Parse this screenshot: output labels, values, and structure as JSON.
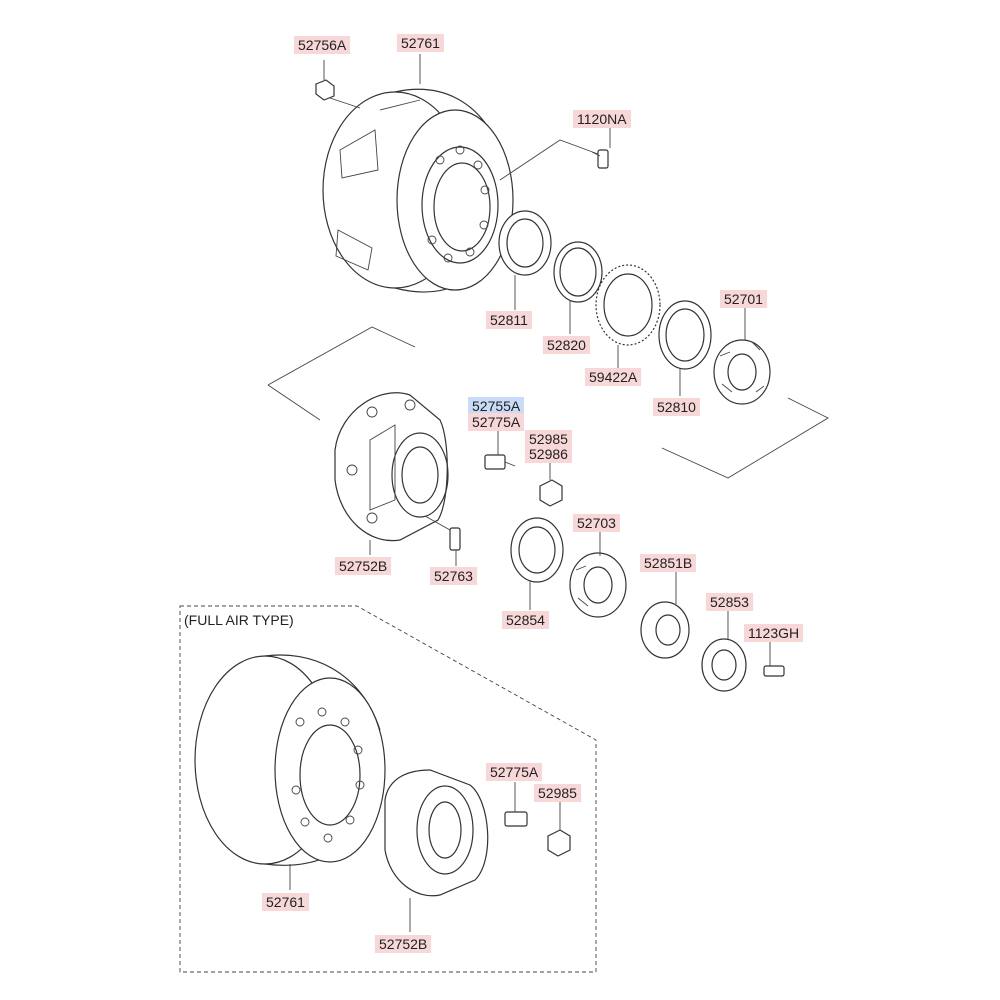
{
  "diagram": {
    "box_title": "(FULL AIR TYPE)",
    "labels": {
      "nut_52756a": "52756A",
      "drum_52761_top": "52761",
      "bolt_1120na": "1120NA",
      "seal_52811": "52811",
      "ring_52820": "52820",
      "tone_ring_59422a": "59422A",
      "race_52810": "52810",
      "bearing_52701": "52701",
      "stud_52755a": "52755A",
      "stud_52775a_top": "52775A",
      "nut_52985_top": "52985",
      "nut_52986": "52986",
      "hub_52752b_top": "52752B",
      "bolt_52763": "52763",
      "race_52854": "52854",
      "bearing_52703": "52703",
      "nut_52851b": "52851B",
      "washer_52853": "52853",
      "bolt_1123gh": "1123GH",
      "stud_52775a_bottom": "52775A",
      "nut_52985_bottom": "52985",
      "drum_52761_bottom": "52761",
      "hub_52752b_bottom": "52752B"
    }
  }
}
